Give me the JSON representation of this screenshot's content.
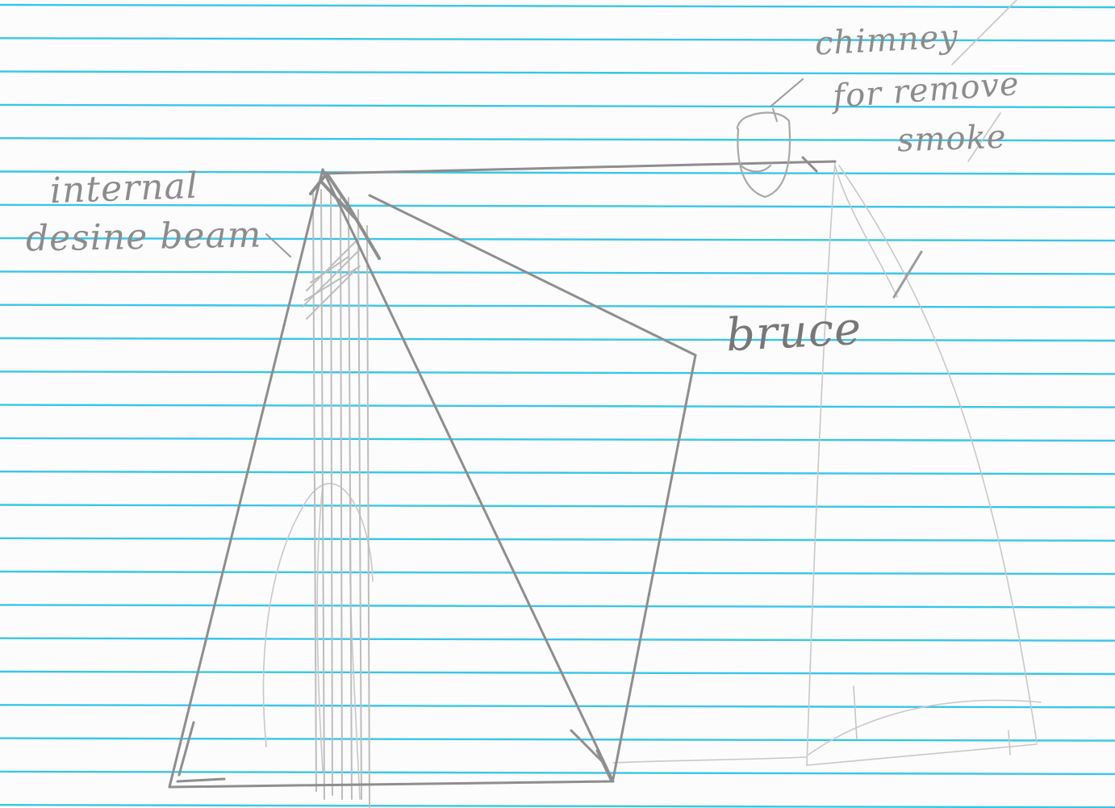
{
  "labels": {
    "beam_line1": "internal",
    "beam_line2": "desine beam",
    "chimney_line1": "chimney",
    "chimney_line2": "for remove",
    "chimney_line3": "smoke",
    "bruce": "bruce"
  },
  "colors": {
    "paper": "#fcfcfc",
    "rule_line": "#2ec4e6",
    "pencil": "#8e8e8e",
    "pencil_light": "#c4c4c4"
  }
}
